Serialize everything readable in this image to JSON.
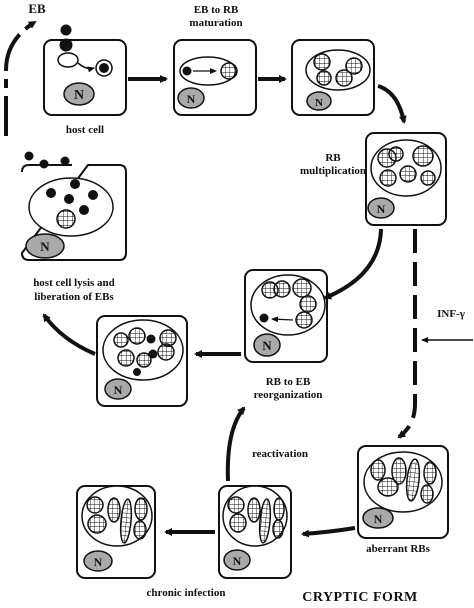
{
  "labels": {
    "eb": "EB",
    "eb_to_rb_line1": "EB to RB",
    "eb_to_rb_line2": "maturation",
    "host_cell": "host cell",
    "rb_mult_line1": "RB",
    "rb_mult_line2": "multiplication",
    "lysis_line1": "host cell lysis and",
    "lysis_line2": "liberation of EBs",
    "rb_to_eb_line1": "RB to EB",
    "rb_to_eb_line2": "reorganization",
    "inf_gamma": "INF-γ",
    "reactivation": "reactivation",
    "aberrant": "aberrant RBs",
    "chronic": "chronic infection",
    "cryptic": "CRYPTIC FORM",
    "nucleus": "N"
  },
  "colors": {
    "ink": "#111111",
    "nucleus_fill": "#a9a9a9",
    "background": "#ffffff"
  }
}
